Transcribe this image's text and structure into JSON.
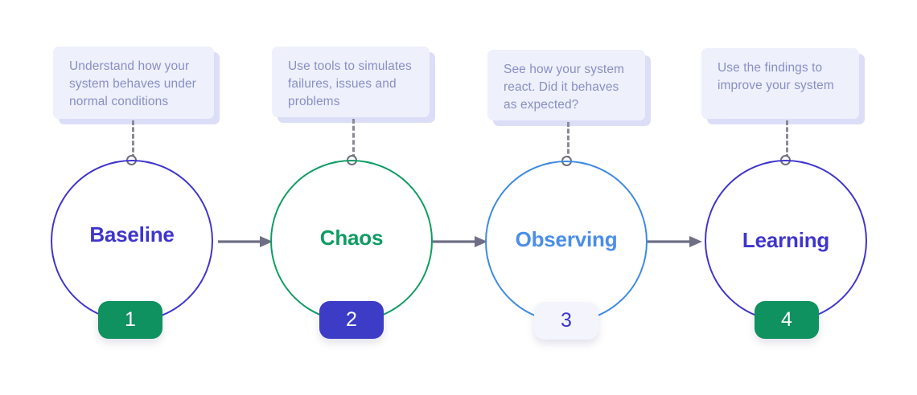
{
  "diagram": {
    "title": "Chaos engineering four step process",
    "background": "#ffffff",
    "note_fill": "#eef0fc",
    "note_shadow": "#dcdef8",
    "note_text_color": "#8a8fc4",
    "connector_color": "#8a8a96",
    "arrow_color": "#6e6e84"
  },
  "steps": [
    {
      "number": "1",
      "label": "Baseline",
      "note": "Understand how your\nsystem behaves under\nnormal conditions",
      "ring_color": "#3f35cc",
      "label_color": "#3f35cc",
      "badge_fill": "#0f9160",
      "badge_text_color": "#ffffff"
    },
    {
      "number": "2",
      "label": "Chaos",
      "note": "Use tools to simulates\nfailures, issues and\nproblems",
      "ring_color": "#0f9c63",
      "label_color": "#0f9c63",
      "badge_fill": "#3c3cc6",
      "badge_text_color": "#ffffff"
    },
    {
      "number": "3",
      "label": "Observing",
      "note": "See how your system\nreact. Did it behaves\nas expected?",
      "ring_color": "#3d8ae0",
      "label_color": "#4a8ee8",
      "badge_fill": "#f4f4fc",
      "badge_text_color": "#3f35cc"
    },
    {
      "number": "4",
      "label": "Learning",
      "note": "Use the findings to\nimprove your system",
      "ring_color": "#3f35cc",
      "label_color": "#3f35cc",
      "badge_fill": "#0f9160",
      "badge_text_color": "#ffffff"
    }
  ],
  "arrows": [
    {
      "from": "Baseline",
      "to": "Chaos"
    },
    {
      "from": "Chaos",
      "to": "Observing"
    },
    {
      "from": "Observing",
      "to": "Learning"
    }
  ]
}
